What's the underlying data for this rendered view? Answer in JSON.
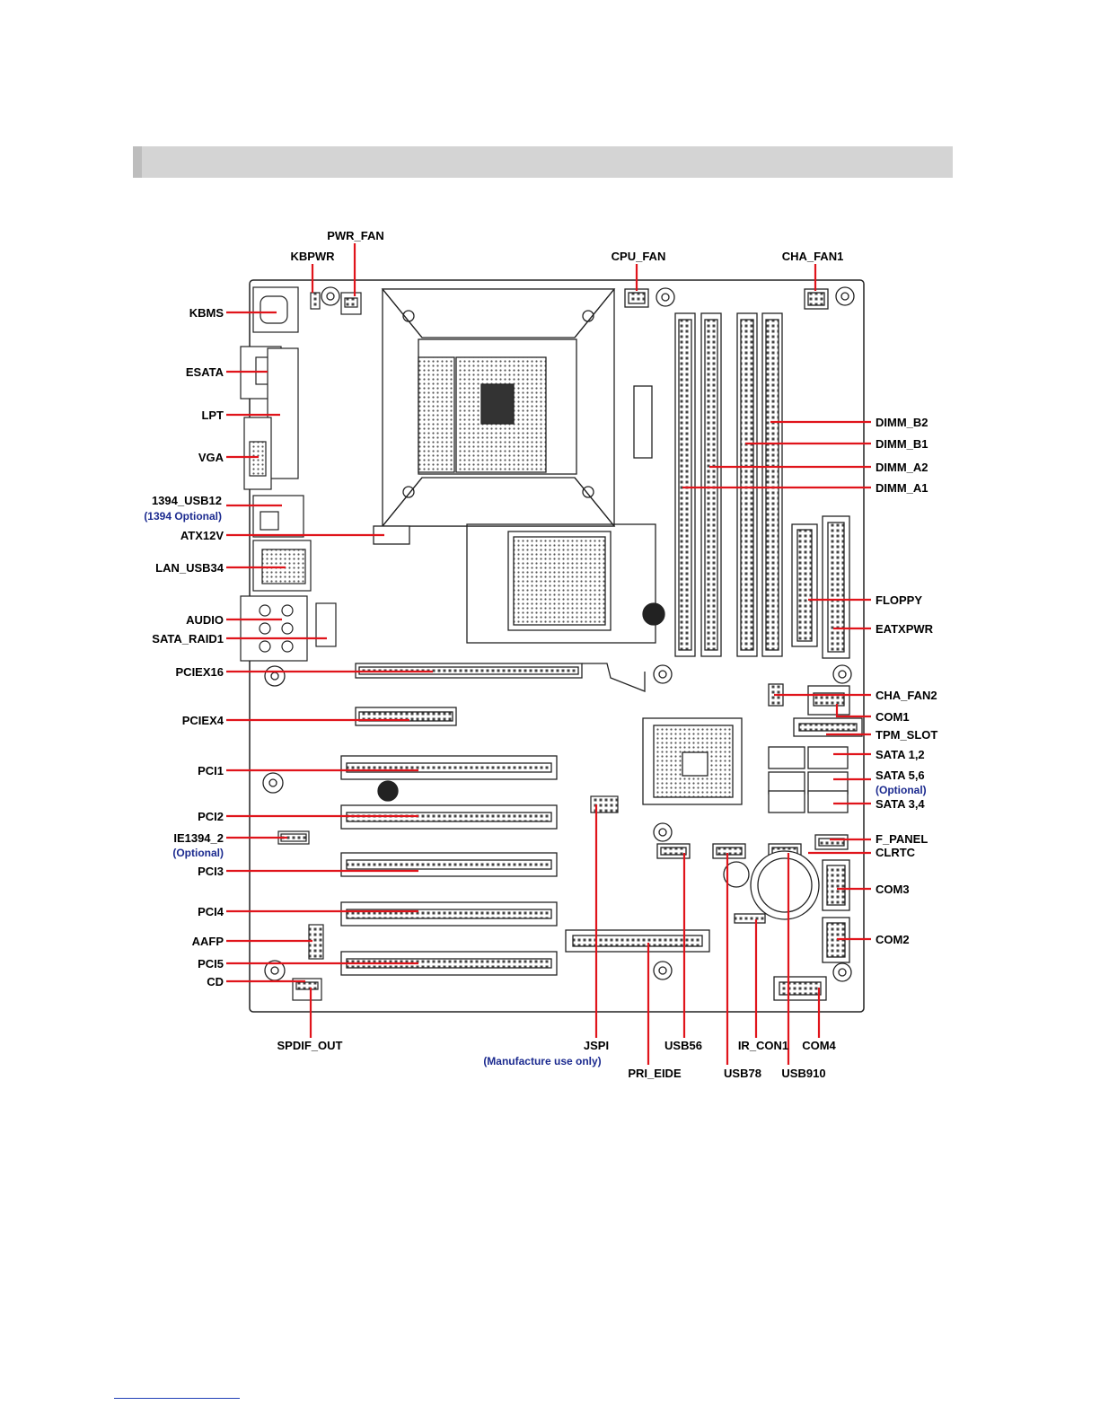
{
  "labels": {
    "pwr_fan": "PWR_FAN",
    "kbpwr": "KBPWR",
    "cpu_fan": "CPU_FAN",
    "cha_fan1": "CHA_FAN1",
    "kbms": "KBMS",
    "esata": "ESATA",
    "lpt": "LPT",
    "vga": "VGA",
    "usb1394_12": "1394_USB12",
    "usb1394_12_note": "(1394 Optional)",
    "atx12v": "ATX12V",
    "lan_usb34": "LAN_USB34",
    "audio": "AUDIO",
    "sata_raid1": "SATA_RAID1",
    "pciex16": "PCIEX16",
    "pciex4": "PCIEX4",
    "pci1": "PCI1",
    "pci2": "PCI2",
    "ie1394_2": "IE1394_2",
    "ie1394_2_note": "(Optional)",
    "pci3": "PCI3",
    "pci4": "PCI4",
    "aafp": "AAFP",
    "pci5": "PCI5",
    "cd": "CD",
    "dimm_b2": "DIMM_B2",
    "dimm_b1": "DIMM_B1",
    "dimm_a2": "DIMM_A2",
    "dimm_a1": "DIMM_A1",
    "floppy": "FLOPPY",
    "eatxpwr": "EATXPWR",
    "cha_fan2": "CHA_FAN2",
    "com1": "COM1",
    "tpm_slot": "TPM_SLOT",
    "sata12": "SATA 1,2",
    "sata56": "SATA 5,6",
    "sata56_note": "(Optional)",
    "sata34": "SATA 3,4",
    "f_panel": "F_PANEL",
    "clrtc": "CLRTC",
    "com3": "COM3",
    "com2": "COM2",
    "spdif_out": "SPDIF_OUT",
    "jspi": "JSPI",
    "jspi_note": "(Manufacture use only)",
    "pri_eide": "PRI_EIDE",
    "usb56": "USB56",
    "usb78": "USB78",
    "ir_con1": "IR_CON1",
    "usb910": "USB910",
    "com4": "COM4"
  },
  "colors": {
    "leader": "#e0141b",
    "note_text": "#1b2a8f",
    "header_bar": "#d4d4d4",
    "board_line": "#222222"
  }
}
